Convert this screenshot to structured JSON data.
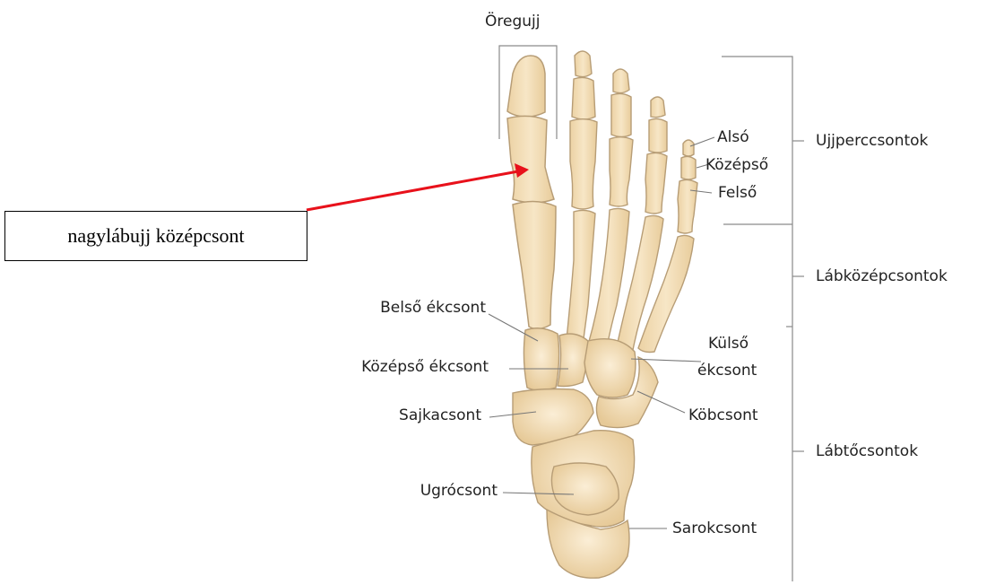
{
  "labels": {
    "oregujj": "Öregujj",
    "also": "Alsó",
    "kozepso": "Középső",
    "felso": "Felső",
    "ujjperccsontok": "Ujjperccsontok",
    "labkozepcsontok": "Lábközépcsontok",
    "labtocsontok": "Lábtőcsontok",
    "belso_ekcsont": "Belső ékcsont",
    "kozepso_ekcsont": "Középső ékcsont",
    "sajkacsont": "Sajkacsont",
    "ugrocsont": "Ugrócsont",
    "kulso_ekcsont_1": "Külső",
    "kulso_ekcsont_2": "ékcsont",
    "kobcsont": "Köbcsont",
    "sarokcsont": "Sarokcsont"
  },
  "callout": {
    "text": "nagylábujj középcsont"
  },
  "colors": {
    "bone": "#f2dcb3",
    "bone_outline": "#b79d76",
    "bracket": "#8a8a8a",
    "arrow": "#e8111b",
    "leader": "#777777"
  }
}
